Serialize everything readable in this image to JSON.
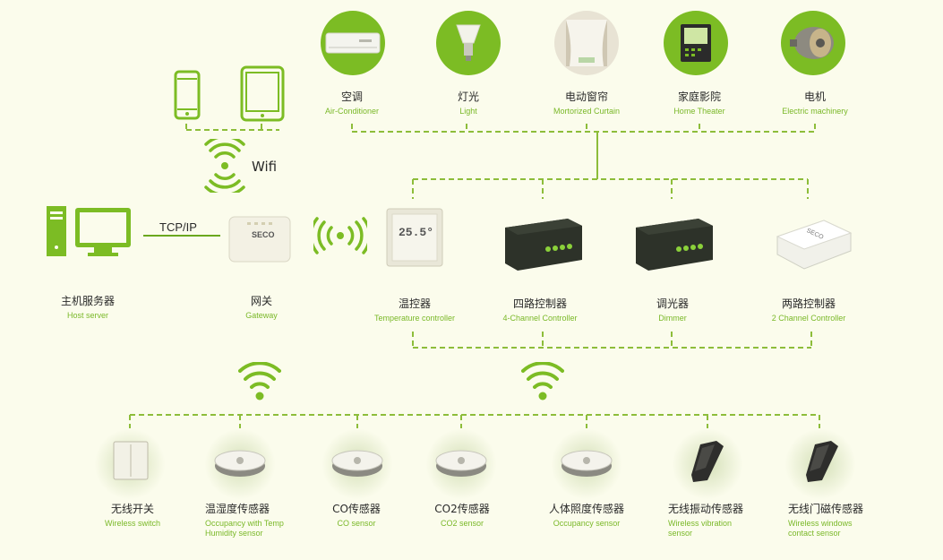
{
  "top_devices": [
    {
      "cn": "空调",
      "en": "Air-Conditioner",
      "icon": "air-conditioner-icon"
    },
    {
      "cn": "灯光",
      "en": "Light",
      "icon": "light-bulb-icon"
    },
    {
      "cn": "电动窗帘",
      "en": "Mortorized Curtain",
      "icon": "curtain-icon"
    },
    {
      "cn": "家庭影院",
      "en": "Home Theater",
      "icon": "home-theater-icon"
    },
    {
      "cn": "电机",
      "en": "Electric machinery",
      "icon": "motor-icon"
    }
  ],
  "host": {
    "cn": "主机服务器",
    "en": "Host server",
    "icon": "computer-icon"
  },
  "gateway": {
    "cn": "网关",
    "en": "Gateway",
    "icon": "gateway-device-icon",
    "device_text": "SECO"
  },
  "wifi_label": "Wifi",
  "tcp_label": "TCP/IP",
  "thermostat_display": "25.5°",
  "controllers": [
    {
      "cn": "温控器",
      "en": "Temperature controller",
      "icon": "thermostat-icon"
    },
    {
      "cn": "四路控制器",
      "en": "4-Channel  Controller",
      "icon": "four-channel-controller-icon"
    },
    {
      "cn": "调光器",
      "en": "Dimmer",
      "icon": "dimmer-icon"
    },
    {
      "cn": "两路控制器",
      "en": "2 Channel  Controller",
      "icon": "two-channel-controller-icon",
      "device_text": "SECO"
    }
  ],
  "sensors": [
    {
      "cn": "无线开关",
      "en": [
        "Wireless switch"
      ],
      "icon": "wireless-switch-icon"
    },
    {
      "cn": "温湿度传感器",
      "en": [
        "Occupancy with Temp",
        "Humidity  sensor"
      ],
      "icon": "humidity-sensor-icon"
    },
    {
      "cn": "CO传感器",
      "en": [
        "CO sensor"
      ],
      "icon": "co-sensor-icon"
    },
    {
      "cn": "CO2传感器",
      "en": [
        "CO2 sensor"
      ],
      "icon": "co2-sensor-icon"
    },
    {
      "cn": "人体照度传感器",
      "en": [
        "Occupancy sensor"
      ],
      "icon": "occupancy-sensor-icon"
    },
    {
      "cn": "无线振动传感器",
      "en": [
        "Wireless vibration",
        "sensor"
      ],
      "icon": "vibration-sensor-icon"
    },
    {
      "cn": "无线门磁传感器",
      "en": [
        "Wireless windows",
        "contact sensor"
      ],
      "icon": "door-contact-sensor-icon"
    }
  ],
  "colors": {
    "accent": "#7cbc24",
    "dash": "#8dbd3a",
    "text": "#2a2a2a",
    "english": "#7ab828",
    "background": "#fbfcec"
  }
}
